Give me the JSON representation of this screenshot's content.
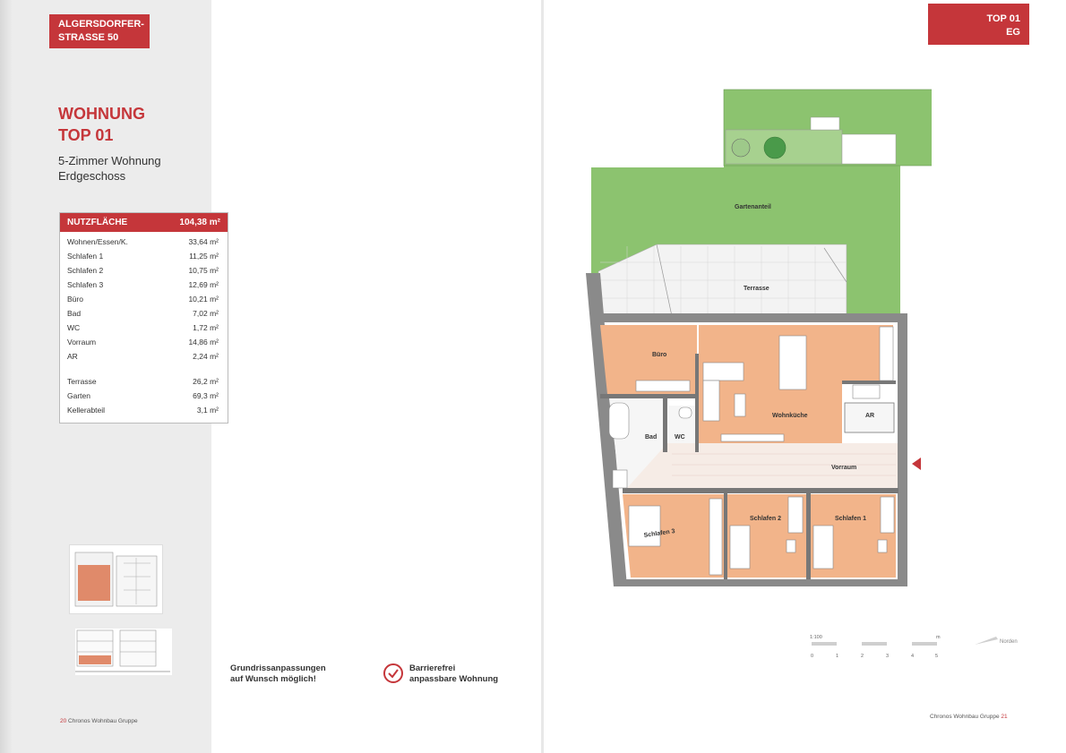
{
  "left_page": {
    "tag": [
      "ALGERSDORFER-",
      "STRASSE 50"
    ],
    "title": [
      "WOHNUNG",
      "TOP 01"
    ],
    "subtitle": [
      "5-Zimmer Wohnung",
      "Erdgeschoss"
    ],
    "area_table": {
      "header_label": "NUTZFLÄCHE",
      "header_value": "104,38 m²",
      "rows": [
        {
          "label": "Wohnen/Essen/K.",
          "value": "33,64 m²"
        },
        {
          "label": "Schlafen 1",
          "value": "11,25 m²"
        },
        {
          "label": "Schlafen 2",
          "value": "10,75 m²"
        },
        {
          "label": "Schlafen 3",
          "value": "12,69 m²"
        },
        {
          "label": "Büro",
          "value": "10,21 m²"
        },
        {
          "label": "Bad",
          "value": "7,02 m²"
        },
        {
          "label": "WC",
          "value": "1,72 m²"
        },
        {
          "label": "Vorraum",
          "value": "14,86 m²"
        },
        {
          "label": "AR",
          "value": "2,24 m²"
        }
      ],
      "extra_rows": [
        {
          "label": "Terrasse",
          "value": "26,2 m²"
        },
        {
          "label": "Garten",
          "value": "69,3 m²"
        },
        {
          "label": "Kellerabteil",
          "value": "3,1 m²"
        }
      ]
    },
    "note_left": [
      "Grundrissanpassungen",
      "auf Wunsch möglich!"
    ],
    "note_right": [
      "Barrierefrei",
      "anpassbare Wohnung"
    ],
    "page_number": "20",
    "footer": "Chronos Wohnbau Gruppe"
  },
  "right_page": {
    "tag": [
      "TOP 01",
      "EG"
    ],
    "rooms": {
      "garden": "Gartenanteil",
      "terrace": "Terrasse",
      "office": "Büro",
      "kitchen": "Wohnküche",
      "storage": "AR",
      "bath": "Bad",
      "wc": "WC",
      "hall": "Vorraum",
      "bed3": "Schlafen 3",
      "bed2": "Schlafen 2",
      "bed1": "Schlafen 1"
    },
    "scale": {
      "ratio": "1:100",
      "unit": "m",
      "ticks": [
        "0",
        "1",
        "2",
        "3",
        "4",
        "5"
      ]
    },
    "north_label": "Norden",
    "footer": "Chronos Wohnbau Gruppe",
    "page_number": "21"
  },
  "colors": {
    "accent_red": "#c5363a",
    "garden_green": "#8cc36f",
    "room_orange": "#f2b48a",
    "wall_grey": "#8a8a8a"
  }
}
